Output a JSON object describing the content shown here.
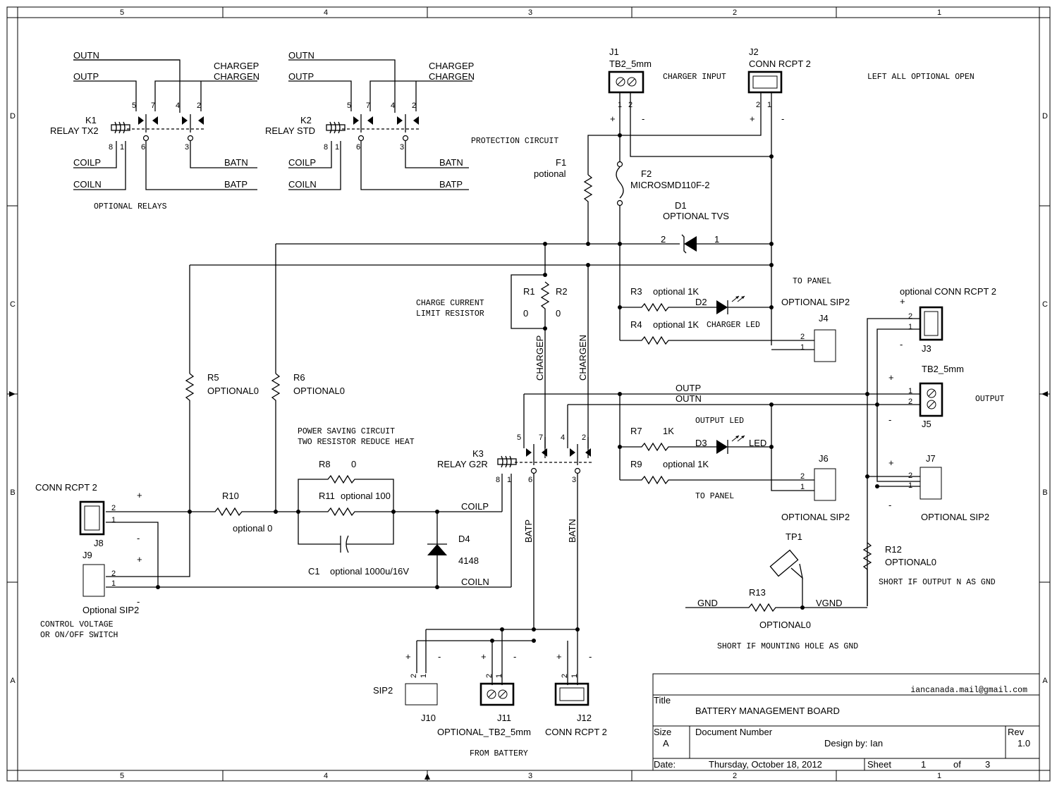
{
  "border": {
    "columns_top": [
      "5",
      "4",
      "3",
      "2",
      "1"
    ],
    "columns_bottom": [
      "5",
      "4",
      "3",
      "2",
      "1"
    ],
    "rows_left": [
      "D",
      "C",
      "B",
      "A"
    ],
    "rows_right": [
      "D",
      "C",
      "B",
      "A"
    ]
  },
  "notes": {
    "charger_input": "CHARGER INPUT",
    "left_all_open": "LEFT ALL OPTIONAL OPEN",
    "protection": "PROTECTION CIRCUIT",
    "optional_relays": "OPTIONAL RELAYS",
    "charge_current_1": "CHARGE CURRENT",
    "charge_current_2": "LIMIT RESISTOR",
    "to_panel_1": "TO PANEL",
    "charger_led": "CHARGER LED",
    "output_led": "OUTPUT LED",
    "to_panel_2": "TO PANEL",
    "output": "OUTPUT",
    "power_saving_1": "POWER SAVING CIRCUIT",
    "power_saving_2": "TWO RESISTOR REDUCE HEAT",
    "control_voltage_1": "CONTROL VOLTAGE",
    "control_voltage_2": "OR ON/OFF SWITCH",
    "short_output": "SHORT IF OUTPUT  N AS GND",
    "short_mounting": "SHORT IF MOUNTING HOLE  AS GND",
    "from_battery": "FROM BATTERY"
  },
  "nets": {
    "outn": "OUTN",
    "outp": "OUTP",
    "chargep": "CHARGEP",
    "chargen": "CHARGEN",
    "batn": "BATN",
    "batp": "BATP",
    "coilp": "COILP",
    "coiln": "COILN",
    "gnd": "GND",
    "vgnd": "VGND"
  },
  "components": {
    "k1": {
      "ref": "K1",
      "value": "RELAY TX2"
    },
    "k2": {
      "ref": "K2",
      "value": "RELAY STD"
    },
    "k3": {
      "ref": "K3",
      "value": "RELAY G2R"
    },
    "j1": {
      "ref": "J1",
      "value": "TB2_5mm"
    },
    "j2": {
      "ref": "J2",
      "value": "CONN RCPT 2"
    },
    "f1": {
      "ref": "F1",
      "value": "potional"
    },
    "f2": {
      "ref": "F2",
      "value": "MICROSMD110F-2"
    },
    "d1": {
      "ref": "D1",
      "value": "OPTIONAL TVS"
    },
    "r1": {
      "ref": "R1",
      "value": "0"
    },
    "r2": {
      "ref": "R2",
      "value": "0"
    },
    "r3": {
      "ref": "R3",
      "value": "optional 1K"
    },
    "r4": {
      "ref": "R4",
      "value": "optional 1K"
    },
    "d2": {
      "ref": "D2"
    },
    "j4": {
      "ref": "J4",
      "value": "OPTIONAL SIP2"
    },
    "j3": {
      "ref": "J3",
      "value": "optional CONN RCPT 2"
    },
    "j5": {
      "ref": "J5",
      "value": "TB2_5mm"
    },
    "r5": {
      "ref": "R5",
      "value": "OPTIONAL0"
    },
    "r6": {
      "ref": "R6",
      "value": "OPTIONAL0"
    },
    "r7": {
      "ref": "R7",
      "value": "1K"
    },
    "d3": {
      "ref": "D3",
      "value": "LED"
    },
    "r9": {
      "ref": "R9",
      "value": "optional 1K"
    },
    "j6": {
      "ref": "J6",
      "value": "OPTIONAL SIP2"
    },
    "j7": {
      "ref": "J7",
      "value": "OPTIONAL SIP2"
    },
    "r8": {
      "ref": "R8",
      "value": "0"
    },
    "r11": {
      "ref": "R11",
      "value": "optional 100"
    },
    "c1": {
      "ref": "C1",
      "value": "optional 1000u/16V"
    },
    "d4": {
      "ref": "D4",
      "value": "4148"
    },
    "r10": {
      "ref": "R10",
      "value": "optional 0"
    },
    "j8": {
      "ref": "J8",
      "value": "CONN RCPT 2"
    },
    "j9": {
      "ref": "J9",
      "value": "Optional SIP2"
    },
    "tp1": {
      "ref": "TP1"
    },
    "r12": {
      "ref": "R12",
      "value": "OPTIONAL0"
    },
    "r13": {
      "ref": "R13",
      "value": "OPTIONAL0"
    },
    "j10": {
      "ref": "J10",
      "value": "SIP2"
    },
    "j11": {
      "ref": "J11",
      "value": "OPTIONAL_TB2_5mm"
    },
    "j12": {
      "ref": "J12",
      "value": "CONN RCPT 2"
    }
  },
  "pins": {
    "p1": "1",
    "p2": "2",
    "p3": "3",
    "p4": "4",
    "p5": "5",
    "p6": "6",
    "p7": "7",
    "p8": "8",
    "plus": "+",
    "minus": "-"
  },
  "title_block": {
    "email": "iancanada.mail@gmail.com",
    "title_label": "Title",
    "title": "BATTERY MANAGEMENT BOARD",
    "size_label": "Size",
    "size": "A",
    "doc_label": "Document Number",
    "design_by": "Design by:  Ian",
    "rev_label": "Rev",
    "rev": "1.0",
    "date_label": "Date:",
    "date": "Thursday, October 18, 2012",
    "sheet_label": "Sheet",
    "sheet": "1",
    "of_label": "of",
    "sheets": "3"
  }
}
